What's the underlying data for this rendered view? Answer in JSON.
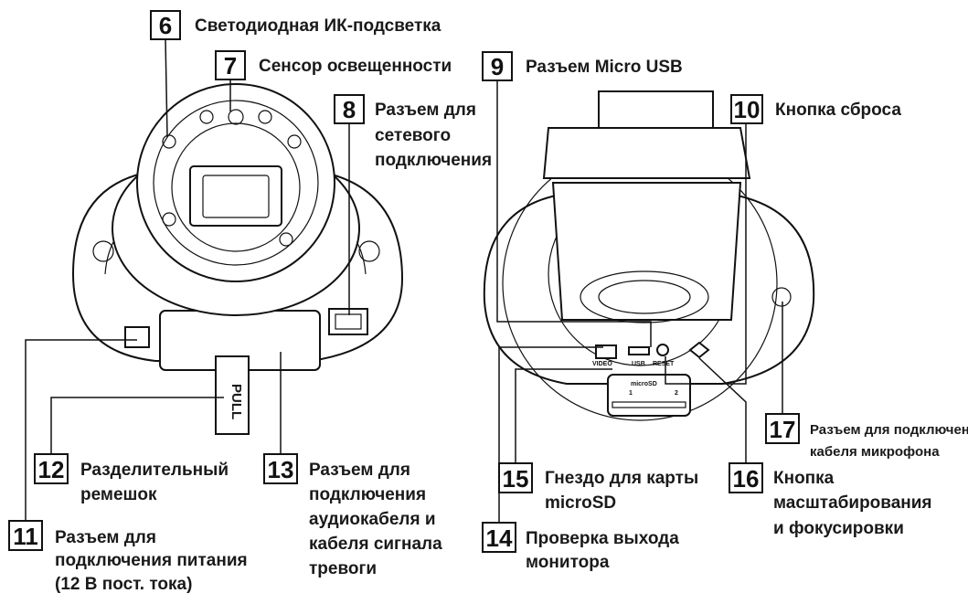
{
  "callouts": {
    "c6": {
      "num": "6",
      "lines": [
        "Светодиодная ИК-подсветка"
      ]
    },
    "c7": {
      "num": "7",
      "lines": [
        "Сенсор освещенности"
      ]
    },
    "c8": {
      "num": "8",
      "lines": [
        "Разъем для",
        "сетевого",
        "подключения"
      ]
    },
    "c9": {
      "num": "9",
      "lines": [
        "Разъем Micro USB"
      ]
    },
    "c10": {
      "num": "10",
      "lines": [
        "Кнопка сброса"
      ]
    },
    "c11": {
      "num": "11",
      "lines": [
        "Разъем для",
        "подключения питания",
        "(12 В пост. тока)"
      ]
    },
    "c12": {
      "num": "12",
      "lines": [
        "Разделительный",
        "ремешок"
      ]
    },
    "c13": {
      "num": "13",
      "lines": [
        "Разъем для",
        "подключения",
        "аудиокабеля и",
        "кабеля сигнала",
        "тревоги"
      ]
    },
    "c14": {
      "num": "14",
      "lines": [
        "Проверка выхода",
        "монитора"
      ]
    },
    "c15": {
      "num": "15",
      "lines": [
        "Гнездо для карты",
        "microSD"
      ]
    },
    "c16": {
      "num": "16",
      "lines": [
        "Кнопка",
        "масштабирования",
        "и фокусировки"
      ]
    },
    "c17": {
      "num": "17",
      "lines": [
        "Разъем для подключения",
        "кабеля микрофона"
      ]
    }
  },
  "drawing_labels": {
    "pull": "PULL",
    "video": "VIDEO",
    "usb": "USB",
    "reset": "RESET",
    "microsd": "microSD",
    "slot1": "1",
    "slot2": "2"
  }
}
